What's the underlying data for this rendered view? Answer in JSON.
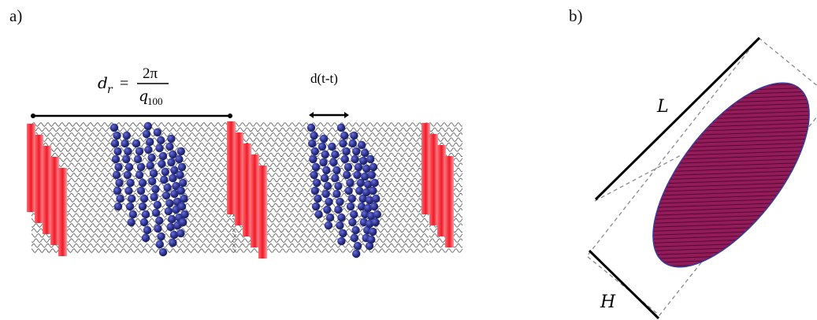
{
  "panel_a": {
    "label": "a)",
    "dr_symbol": "d",
    "dr_subscript": "r",
    "equals": "=",
    "numerator": "2π",
    "denominator_symbol": "q",
    "denominator_subscript": "100",
    "tt_label": "d(t-t)"
  },
  "panel_b": {
    "label": "b)",
    "L_label": "L",
    "H_label": "H"
  },
  "colors": {
    "bead": "#2a2f8a",
    "bead_highlight": "#5a60c8",
    "plane": "#ee2030",
    "chain": "#333333",
    "ellipse_fill": "#8b1050",
    "ellipse_outline": "#3a3a9a"
  }
}
